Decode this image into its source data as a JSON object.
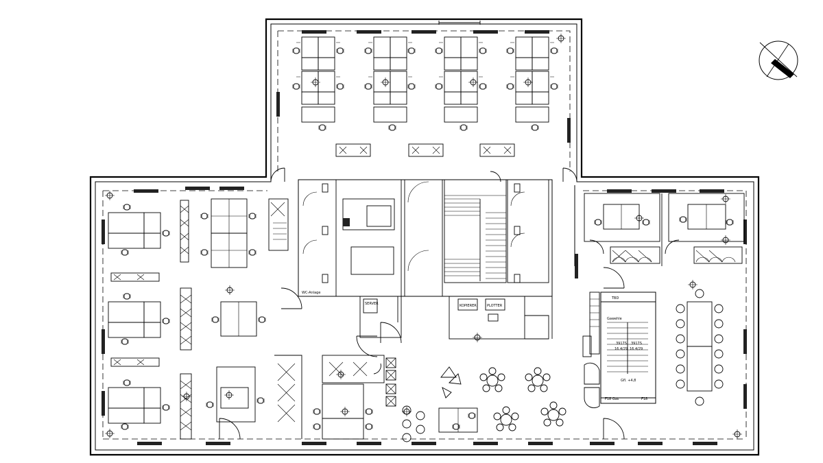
{
  "labels": {
    "north_room": "TBD",
    "stair_note_1": "3917S",
    "stair_note_2": "3917S",
    "stair_value_1": "16.4/29",
    "stair_value_2": "16.4/29",
    "stair_bottom_left": "F18 Gas",
    "stair_bottom_right": "F18",
    "stair_side": "Gawehle",
    "stair_mid": "Gfl. +4,8",
    "server": "SERVER",
    "plotter": "PLOTTER",
    "copier": "KOPIERER",
    "wc_label": "WC-Anlage"
  }
}
